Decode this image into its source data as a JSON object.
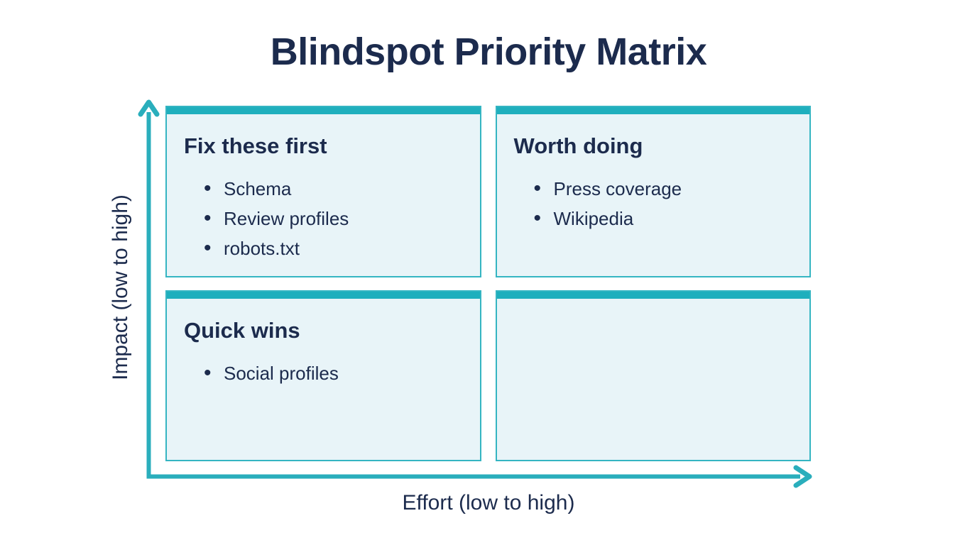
{
  "page": {
    "title": "Blindspot Priority Matrix"
  },
  "axes": {
    "y_label": "Impact (low to high)",
    "x_label": "Effort (low to high)"
  },
  "quadrants": [
    {
      "position": "top-left",
      "heading": "Fix these first",
      "items": [
        "Schema",
        "Review profiles",
        "robots.txt"
      ]
    },
    {
      "position": "top-right",
      "heading": "Worth doing",
      "items": [
        "Press coverage",
        "Wikipedia"
      ]
    },
    {
      "position": "bottom-left",
      "heading": "Quick wins",
      "items": [
        "Social profiles"
      ]
    },
    {
      "position": "bottom-right",
      "heading": "",
      "items": []
    }
  ],
  "colors": {
    "teal": "#1FAFBD",
    "teal_border": "#35B5C2",
    "quadrant_bg": "#E8F4F8",
    "navy_text": "#1C2B4D",
    "background": "#FFFFFF"
  }
}
